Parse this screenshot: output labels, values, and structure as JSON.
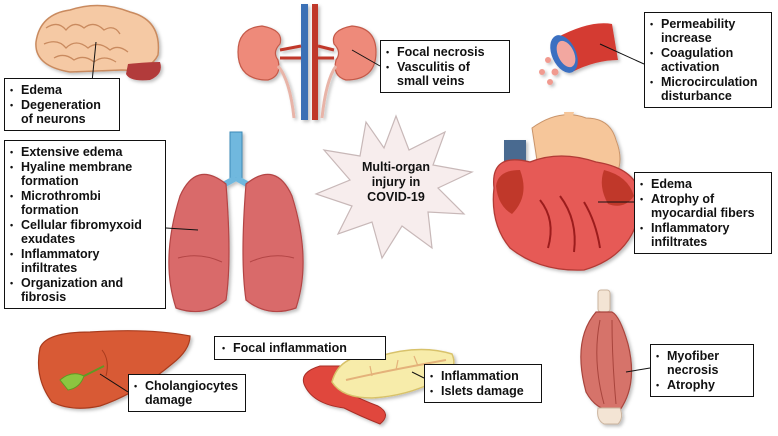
{
  "center": {
    "line1": "Multi-organ",
    "line2": "injury in",
    "line3": "COVID-19"
  },
  "brain": {
    "items": [
      "Edema",
      "Degeneration of neurons"
    ]
  },
  "kidney": {
    "items": [
      "Focal necrosis",
      "Vasculitis of small veins"
    ]
  },
  "vessel": {
    "items": [
      "Permeability increase",
      "Coagulation activation",
      "Microcirculation disturbance"
    ]
  },
  "lung": {
    "items": [
      "Extensive edema",
      "Hyaline membrane formation",
      "Microthrombi formation",
      "Cellular fibromyxoid exudates",
      "Inflammatory infiltrates",
      "Organization and fibrosis"
    ]
  },
  "heart": {
    "items": [
      "Edema",
      "Atrophy of myocardial fibers",
      "Inflammatory infiltrates"
    ]
  },
  "liver": {
    "items": [
      "Cholangiocytes damage"
    ]
  },
  "pancreas": {
    "top_label": "Focal inflammation",
    "items": [
      "Inflammation",
      "Islets damage"
    ]
  },
  "muscle": {
    "items": [
      "Myofiber necrosis",
      "Atrophy"
    ]
  }
}
